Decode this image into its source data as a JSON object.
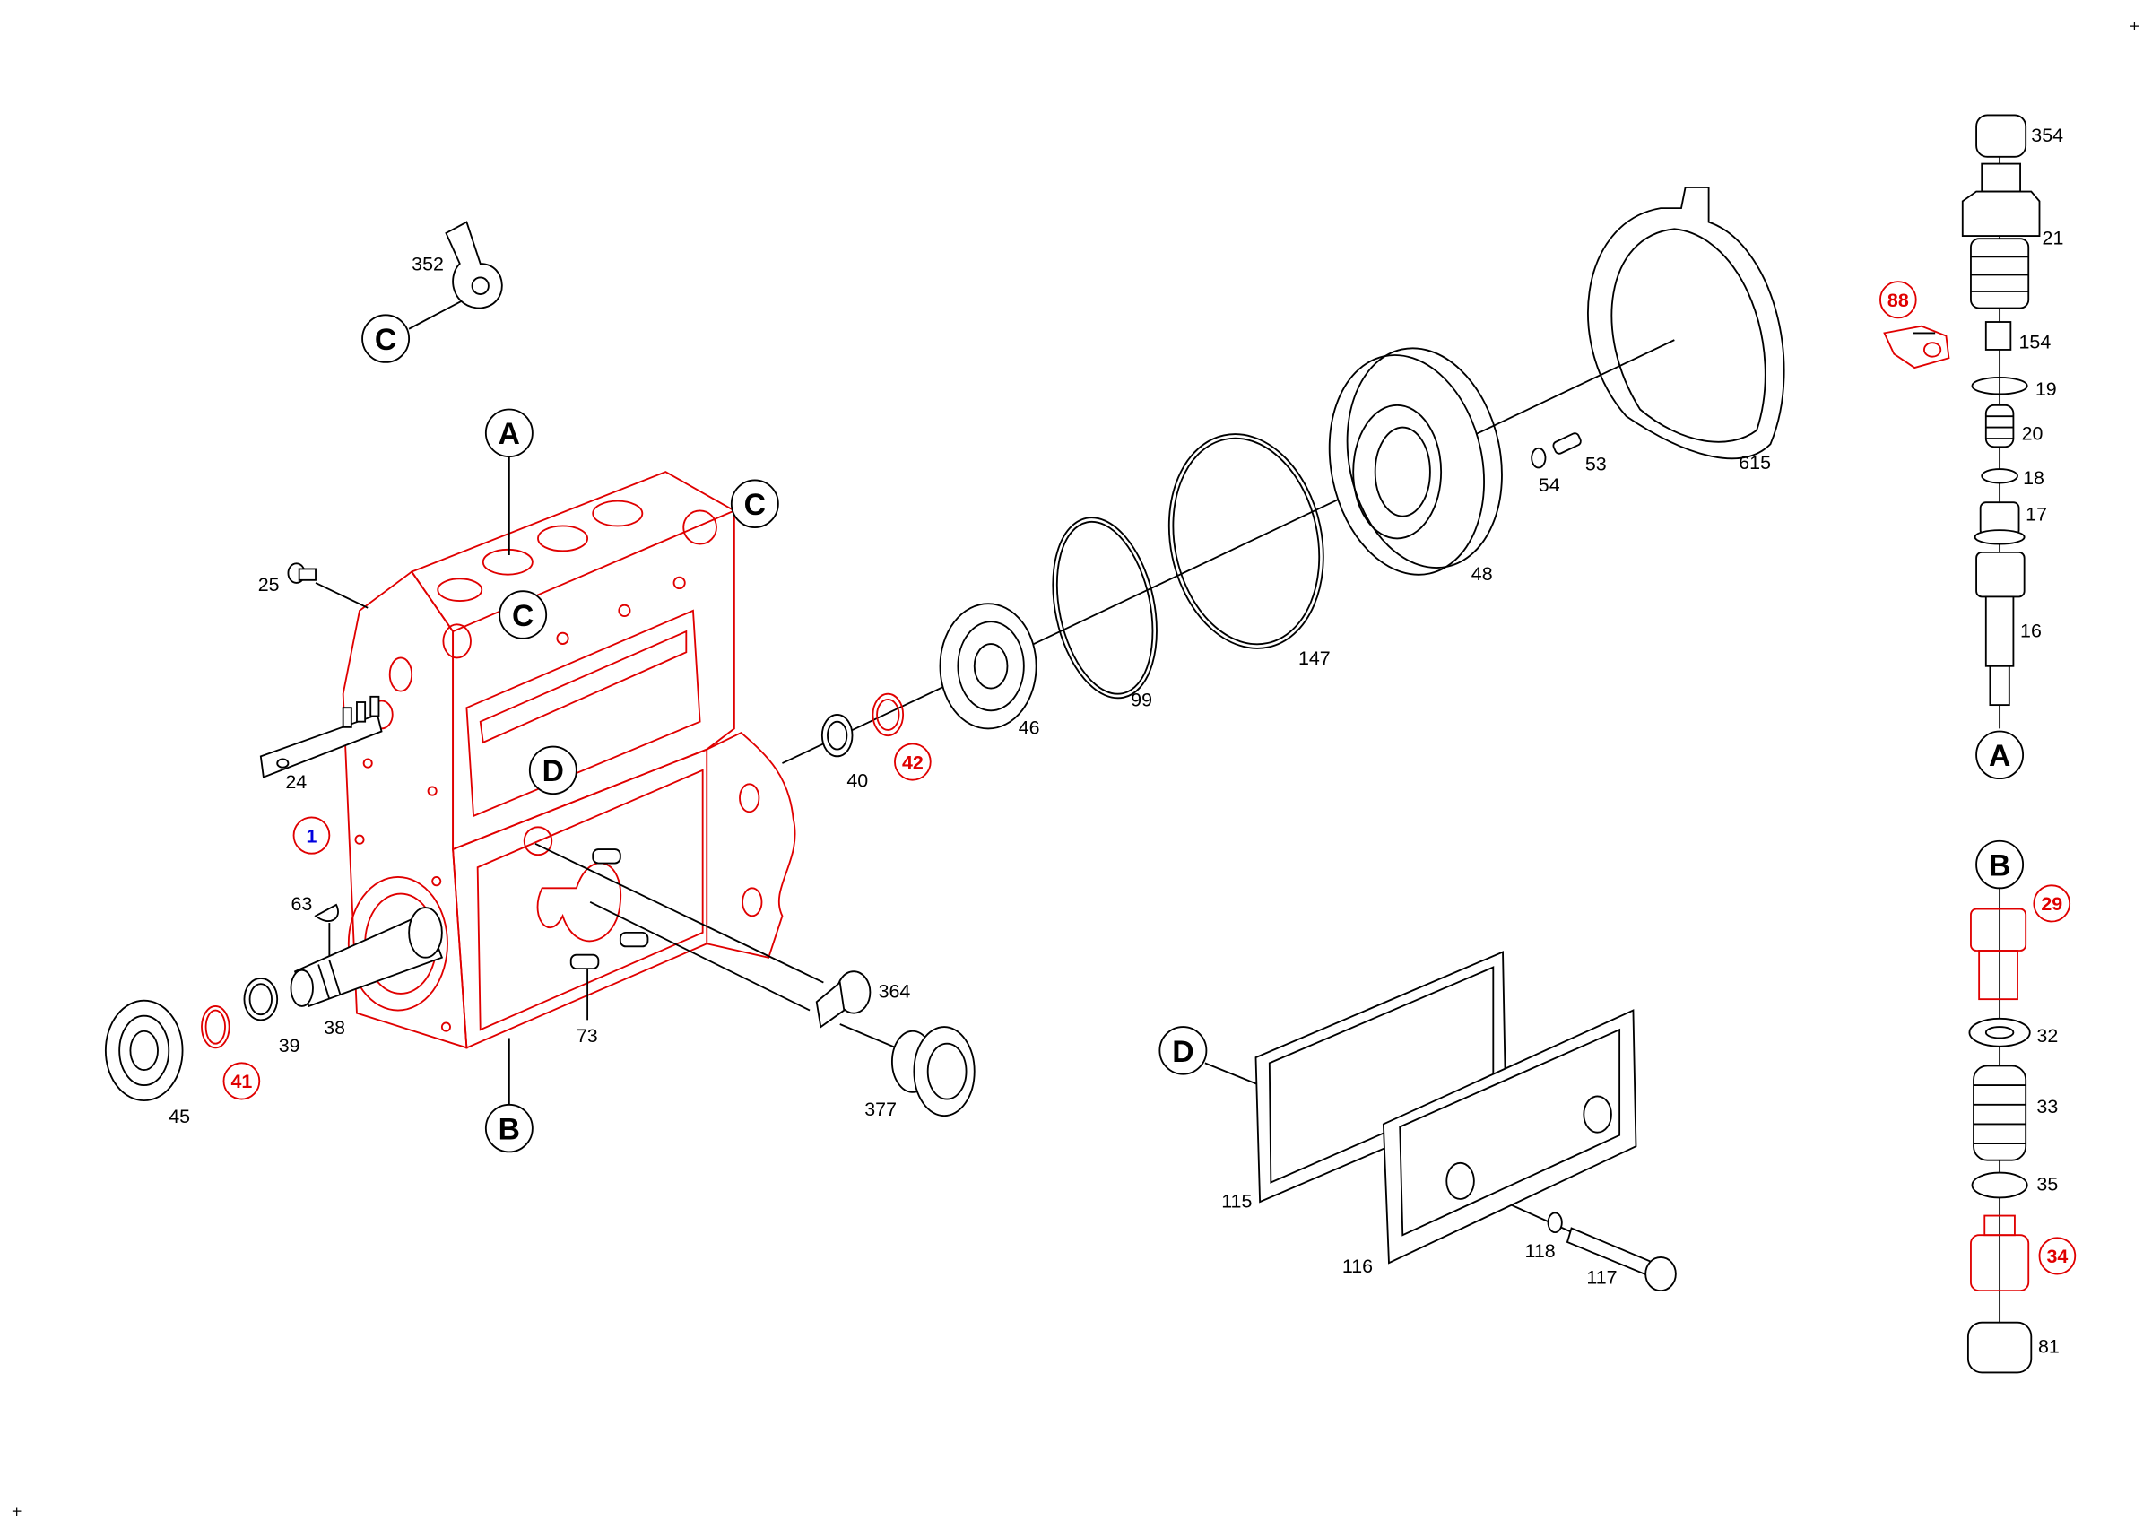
{
  "diagram": {
    "colors": {
      "highlight": "#e00000",
      "main_part_number": "#0000e0",
      "line": "#000000"
    },
    "corner_marks": [
      "+",
      "+"
    ],
    "main_part": "1",
    "callouts": {
      "p352": "352",
      "p25": "25",
      "p24": "24",
      "p63": "63",
      "p38": "38",
      "p39": "39",
      "p45": "45",
      "p73": "73",
      "p364": "364",
      "p377": "377",
      "p40": "40",
      "p46": "46",
      "p99": "99",
      "p147": "147",
      "p48": "48",
      "p54": "54",
      "p53": "53",
      "p615": "615",
      "p115": "115",
      "p116": "116",
      "p118": "118",
      "p117": "117",
      "p354": "354",
      "p21": "21",
      "p154": "154",
      "p19": "19",
      "p20": "20",
      "p18": "18",
      "p17": "17",
      "p16": "16",
      "p32": "32",
      "p33": "33",
      "p35": "35",
      "p81": "81"
    },
    "highlighted_callouts": {
      "p88": "88",
      "p42": "42",
      "p41": "41",
      "p29": "29",
      "p34": "34"
    },
    "reference_letters": {
      "c_top": "C",
      "a_top": "A",
      "c_right": "C",
      "c_mid": "C",
      "d_mid": "D",
      "b_bottom": "B",
      "d_gasket": "D",
      "a_right": "A",
      "b_right": "B"
    }
  }
}
